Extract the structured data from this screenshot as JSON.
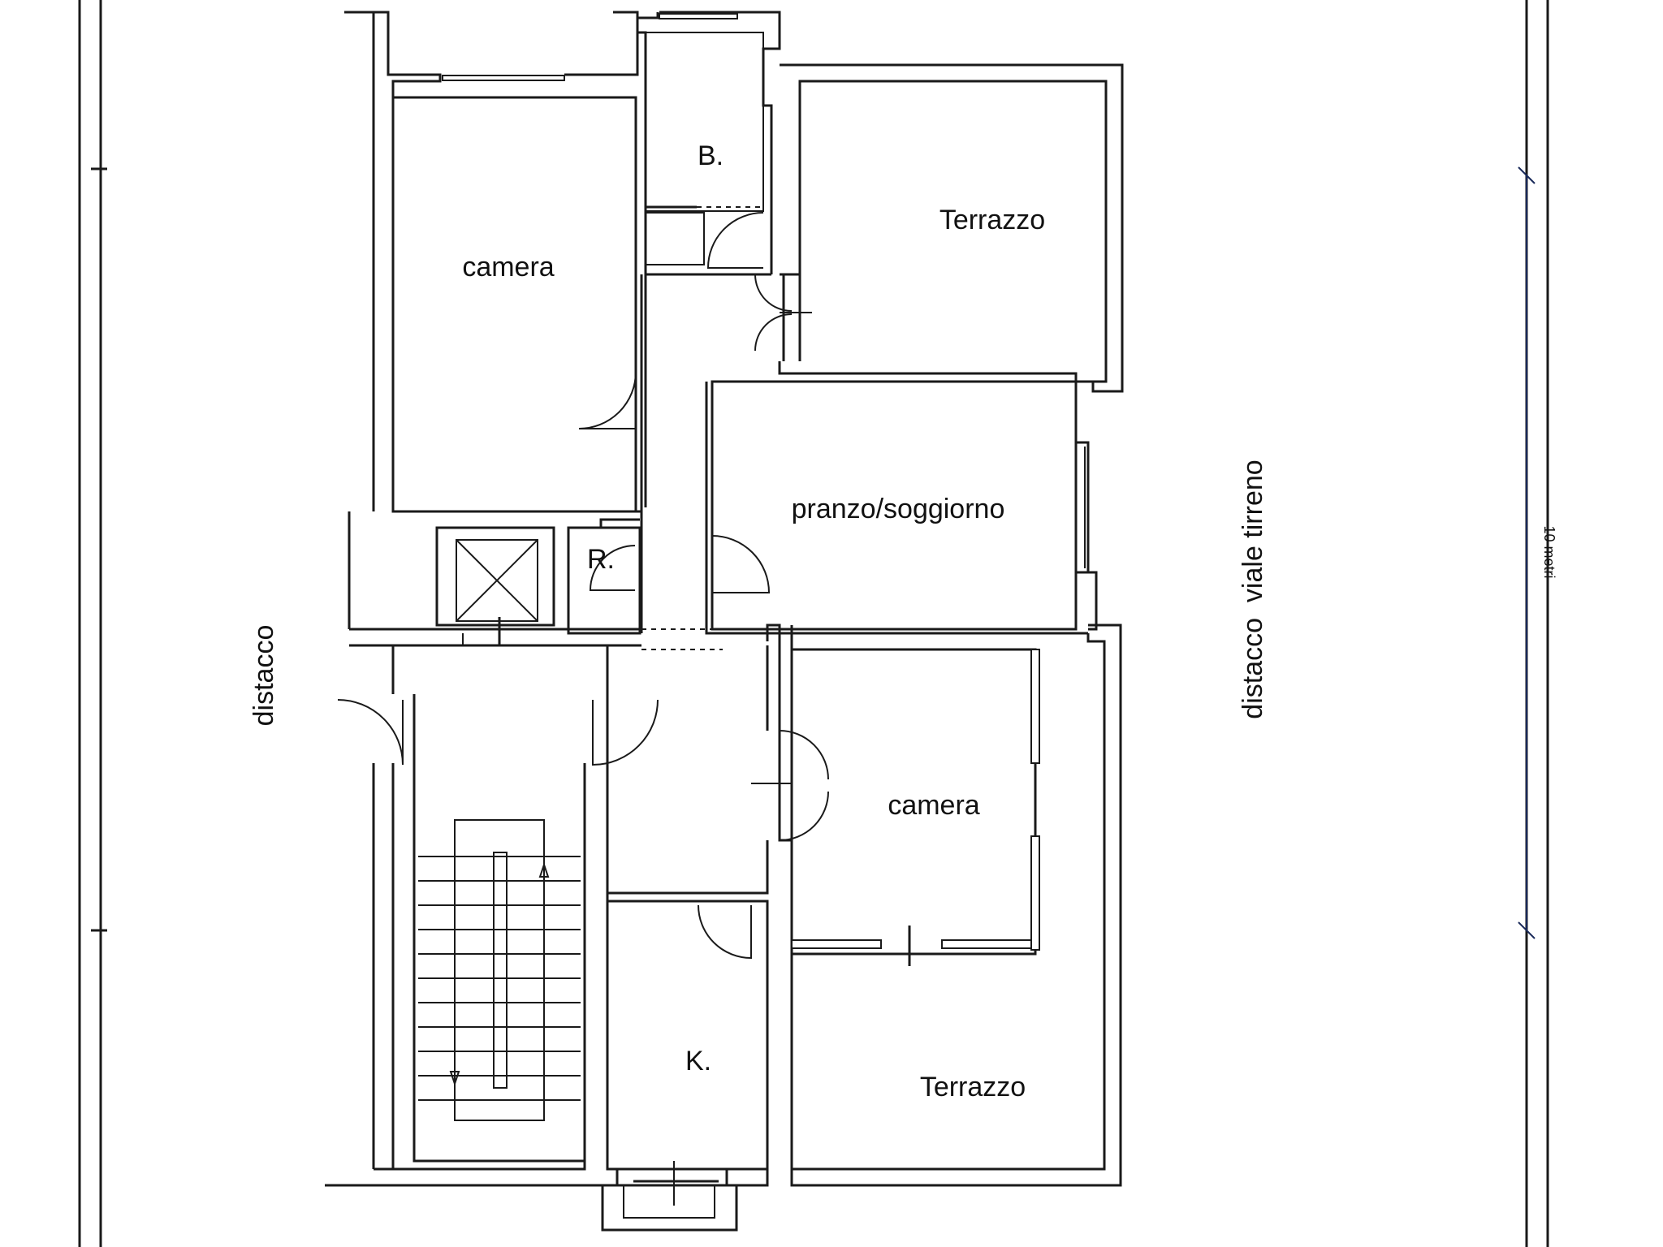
{
  "rooms": {
    "bagno": "B.",
    "terrazzo_top": "Terrazzo",
    "camera_top": "camera",
    "pranzo": "pranzo/soggiorno",
    "ripostiglio": "R.",
    "camera_bottom": "camera",
    "cucina": "K.",
    "terrazzo_bottom": "Terrazzo"
  },
  "sides": {
    "left": "distacco",
    "right": "distacco  viale tirreno"
  },
  "scale": {
    "label": "10 metri"
  }
}
